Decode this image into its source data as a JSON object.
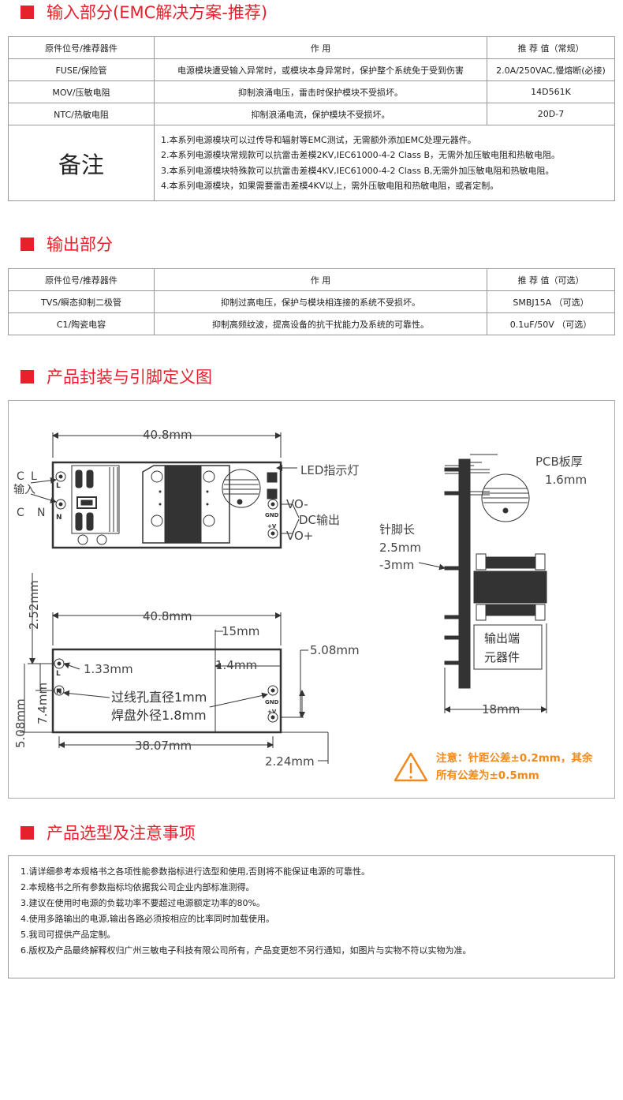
{
  "input_section": {
    "title": "输入部分(EMC解决方案-推荐)",
    "headers": [
      "原件位号/推荐器件",
      "作 用",
      "推 荐 值（常规）"
    ],
    "rows": [
      [
        "FUSE/保险管",
        "电源模块遭受输入异常时，或模块本身异常时，保护整个系统免于受到伤害",
        "2.0A/250VAC,慢熔断(必接)"
      ],
      [
        "MOV/压敏电阻",
        "抑制浪涌电压，雷击时保护模块不受损坏。",
        "14D561K"
      ],
      [
        "NTC/热敏电阻",
        "抑制浪涌电流，保护模块不受损坏。",
        "20D-7"
      ]
    ],
    "note_label": "备注",
    "notes": [
      "1.本系列电源模块可以过传导和辐射等EMC测试，无需额外添加EMC处理元器件。",
      "2.本系列电源模块常规款可以抗雷击差模2KV,IEC61000-4-2 Class B，无需外加压敏电阻和热敏电阻。",
      "3.本系列电源模块特殊款可以抗雷击差模4KV,IEC61000-4-2 Class B,无需外加压敏电阻和热敏电阻。",
      "4.本系列电源模块，如果需要雷击差模4KV以上，需外压敏电阻和热敏电阻，或者定制。"
    ]
  },
  "output_section": {
    "title": "输出部分",
    "headers": [
      "原件位号/推荐器件",
      "作 用",
      "推 荐 值（可选）"
    ],
    "rows": [
      [
        "TVS/瞬态抑制二极管",
        "抑制过高电压，保护与模块相连接的系统不受损坏。",
        "SMBJ15A （可选）"
      ],
      [
        "C1/陶瓷电容",
        "抑制高频纹波，提高设备的抗干扰能力及系统的可靠性。",
        "0.1uF/50V （可选）"
      ]
    ]
  },
  "package_section": {
    "title": "产品封装与引脚定义图",
    "dim_length": "40.8mm",
    "label_L": "L",
    "label_N": "N",
    "label_C1": "C",
    "label_C2": "C",
    "label_input": "输入",
    "pin_L": "L",
    "pin_N": "N",
    "led_label": "LED指示灯",
    "vo_minus": "VO-",
    "vo_plus": "VO+",
    "dc_output": "DC输出",
    "pin_gnd": "GND",
    "pin_plus": "+V",
    "pcb_thickness_label": "PCB板厚",
    "pcb_thickness": "1.6mm",
    "pin_length_label": "针脚长",
    "pin_length_1": "2.5mm",
    "pin_length_2": "-3mm",
    "output_components_1": "输出端",
    "output_components_2": "元器件",
    "dim_18": "18mm",
    "dim_252": "2.52mm",
    "dim_15": "15mm",
    "dim_133": "1.33mm",
    "dim_14": "1.4mm",
    "dim_508": "5.08mm",
    "dim_74": "7.4mm",
    "dim_508v": "5.08mm",
    "hole_dia": "过线孔直径1mm",
    "pad_dia": "焊盘外径1.8mm",
    "dim_3807": "38.07mm",
    "dim_224": "2.24mm",
    "warning_1": "注意：针距公差±0.2mm，其余",
    "warning_2": "所有公差为±0.5mm",
    "warning_color": "#f08a1c"
  },
  "selection_section": {
    "title": "产品选型及注意事项",
    "items": [
      "1.请详细参考本规格书之各项性能参数指标进行选型和使用,否则将不能保证电源的可靠性。",
      "2.本规格书之所有参数指标均依据我公司企业内部标准测得。",
      "3.建议在使用时电源的负载功率不要超过电源额定功率的80%。",
      "4.使用多路输出的电源,输出各路必须按相应的比率同时加载使用。",
      "5.我司可提供产品定制。",
      "6.版权及产品最终解释权归广州三敏电子科技有限公司所有，产品变更恕不另行通知，如图片与实物不符以实物为准。"
    ]
  },
  "accent_color": "#e8202b"
}
